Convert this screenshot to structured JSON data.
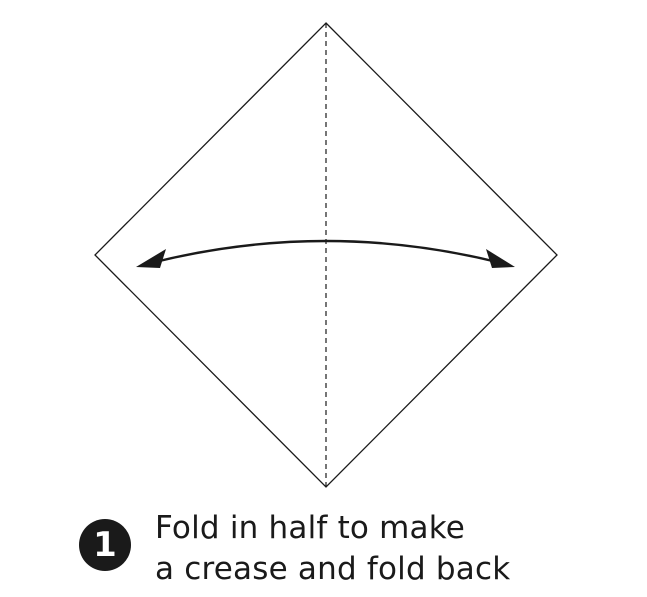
{
  "step": {
    "number": "1",
    "instruction_lines": [
      "Fold in half to make",
      "a crease and fold back"
    ]
  },
  "diagram": {
    "paper_color": "#ffffff",
    "line_color": "#1a1a1a",
    "crease_style": "dashed-vertical",
    "arrow_style": "double-headed-curved"
  }
}
